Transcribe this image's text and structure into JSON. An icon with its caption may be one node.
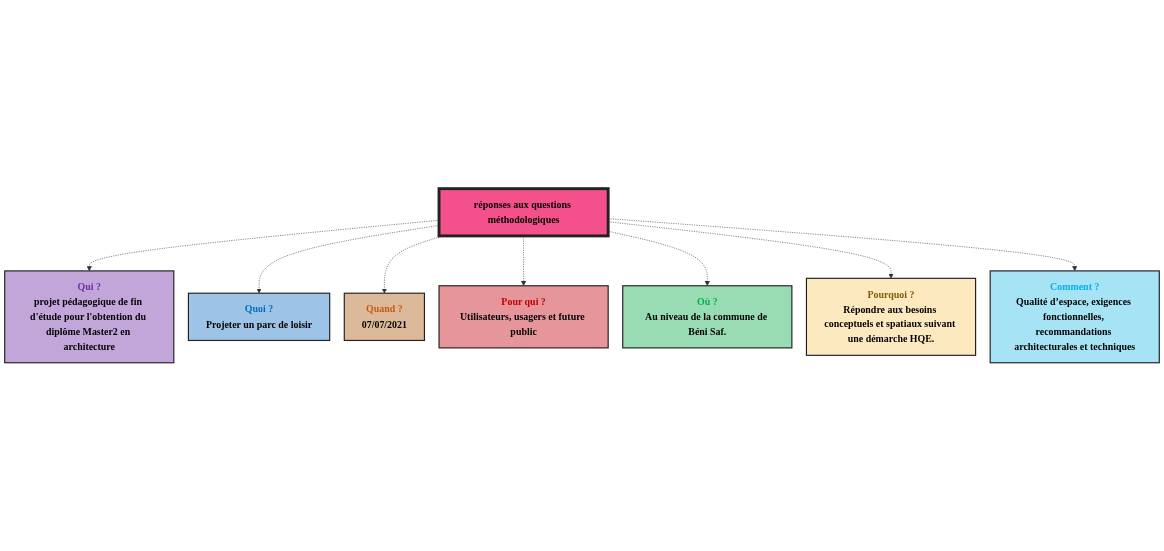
{
  "diagram": {
    "nodes": [
      {
        "text": [
          "Qui ?",
          "projet pédagogique de fin d'étude pour l'obtention du diplôme Master2 en architecture"
        ]
      },
      {
        "text": [
          "Quoi ?",
          "Projeter un parc de loisir"
        ]
      },
      {
        "text": [
          "Quand ?",
          "07/07/2021"
        ]
      },
      {
        "text": [
          "Pour qui ?",
          "Utilisateurs, usagers et future public"
        ]
      },
      {
        "text": [
          "Où ?",
          "Au niveau de la commune de Béni Saf."
        ]
      },
      {
        "text": [
          "réponses aux questions méthodologiques"
        ]
      },
      {
        "text": [
          "Pourquoi ?",
          "Répondre aux besoins conceptuels et spatiaux suivant une démarche HQE."
        ]
      },
      {
        "text": [
          "Comment ?",
          "Qualité d’espace, exigences fonctionnelles, recommandations architecturales et techniques"
        ]
      }
    ],
    "edges": [
      {
        "from": 5,
        "to": 0,
        "arrow": "to",
        "style": "dashed"
      },
      {
        "from": 5,
        "to": 1,
        "arrow": "to",
        "style": "dashed"
      },
      {
        "from": 5,
        "to": 2,
        "arrow": "to",
        "style": "dashed"
      },
      {
        "from": 5,
        "to": 3,
        "arrow": "to",
        "style": "dashed"
      },
      {
        "from": 5,
        "to": 4,
        "arrow": "to",
        "style": "dashed"
      },
      {
        "from": 5,
        "to": 6,
        "arrow": "to",
        "style": "dashed"
      },
      {
        "from": 5,
        "to": 7,
        "arrow": "to",
        "style": "dashed"
      }
    ]
  }
}
